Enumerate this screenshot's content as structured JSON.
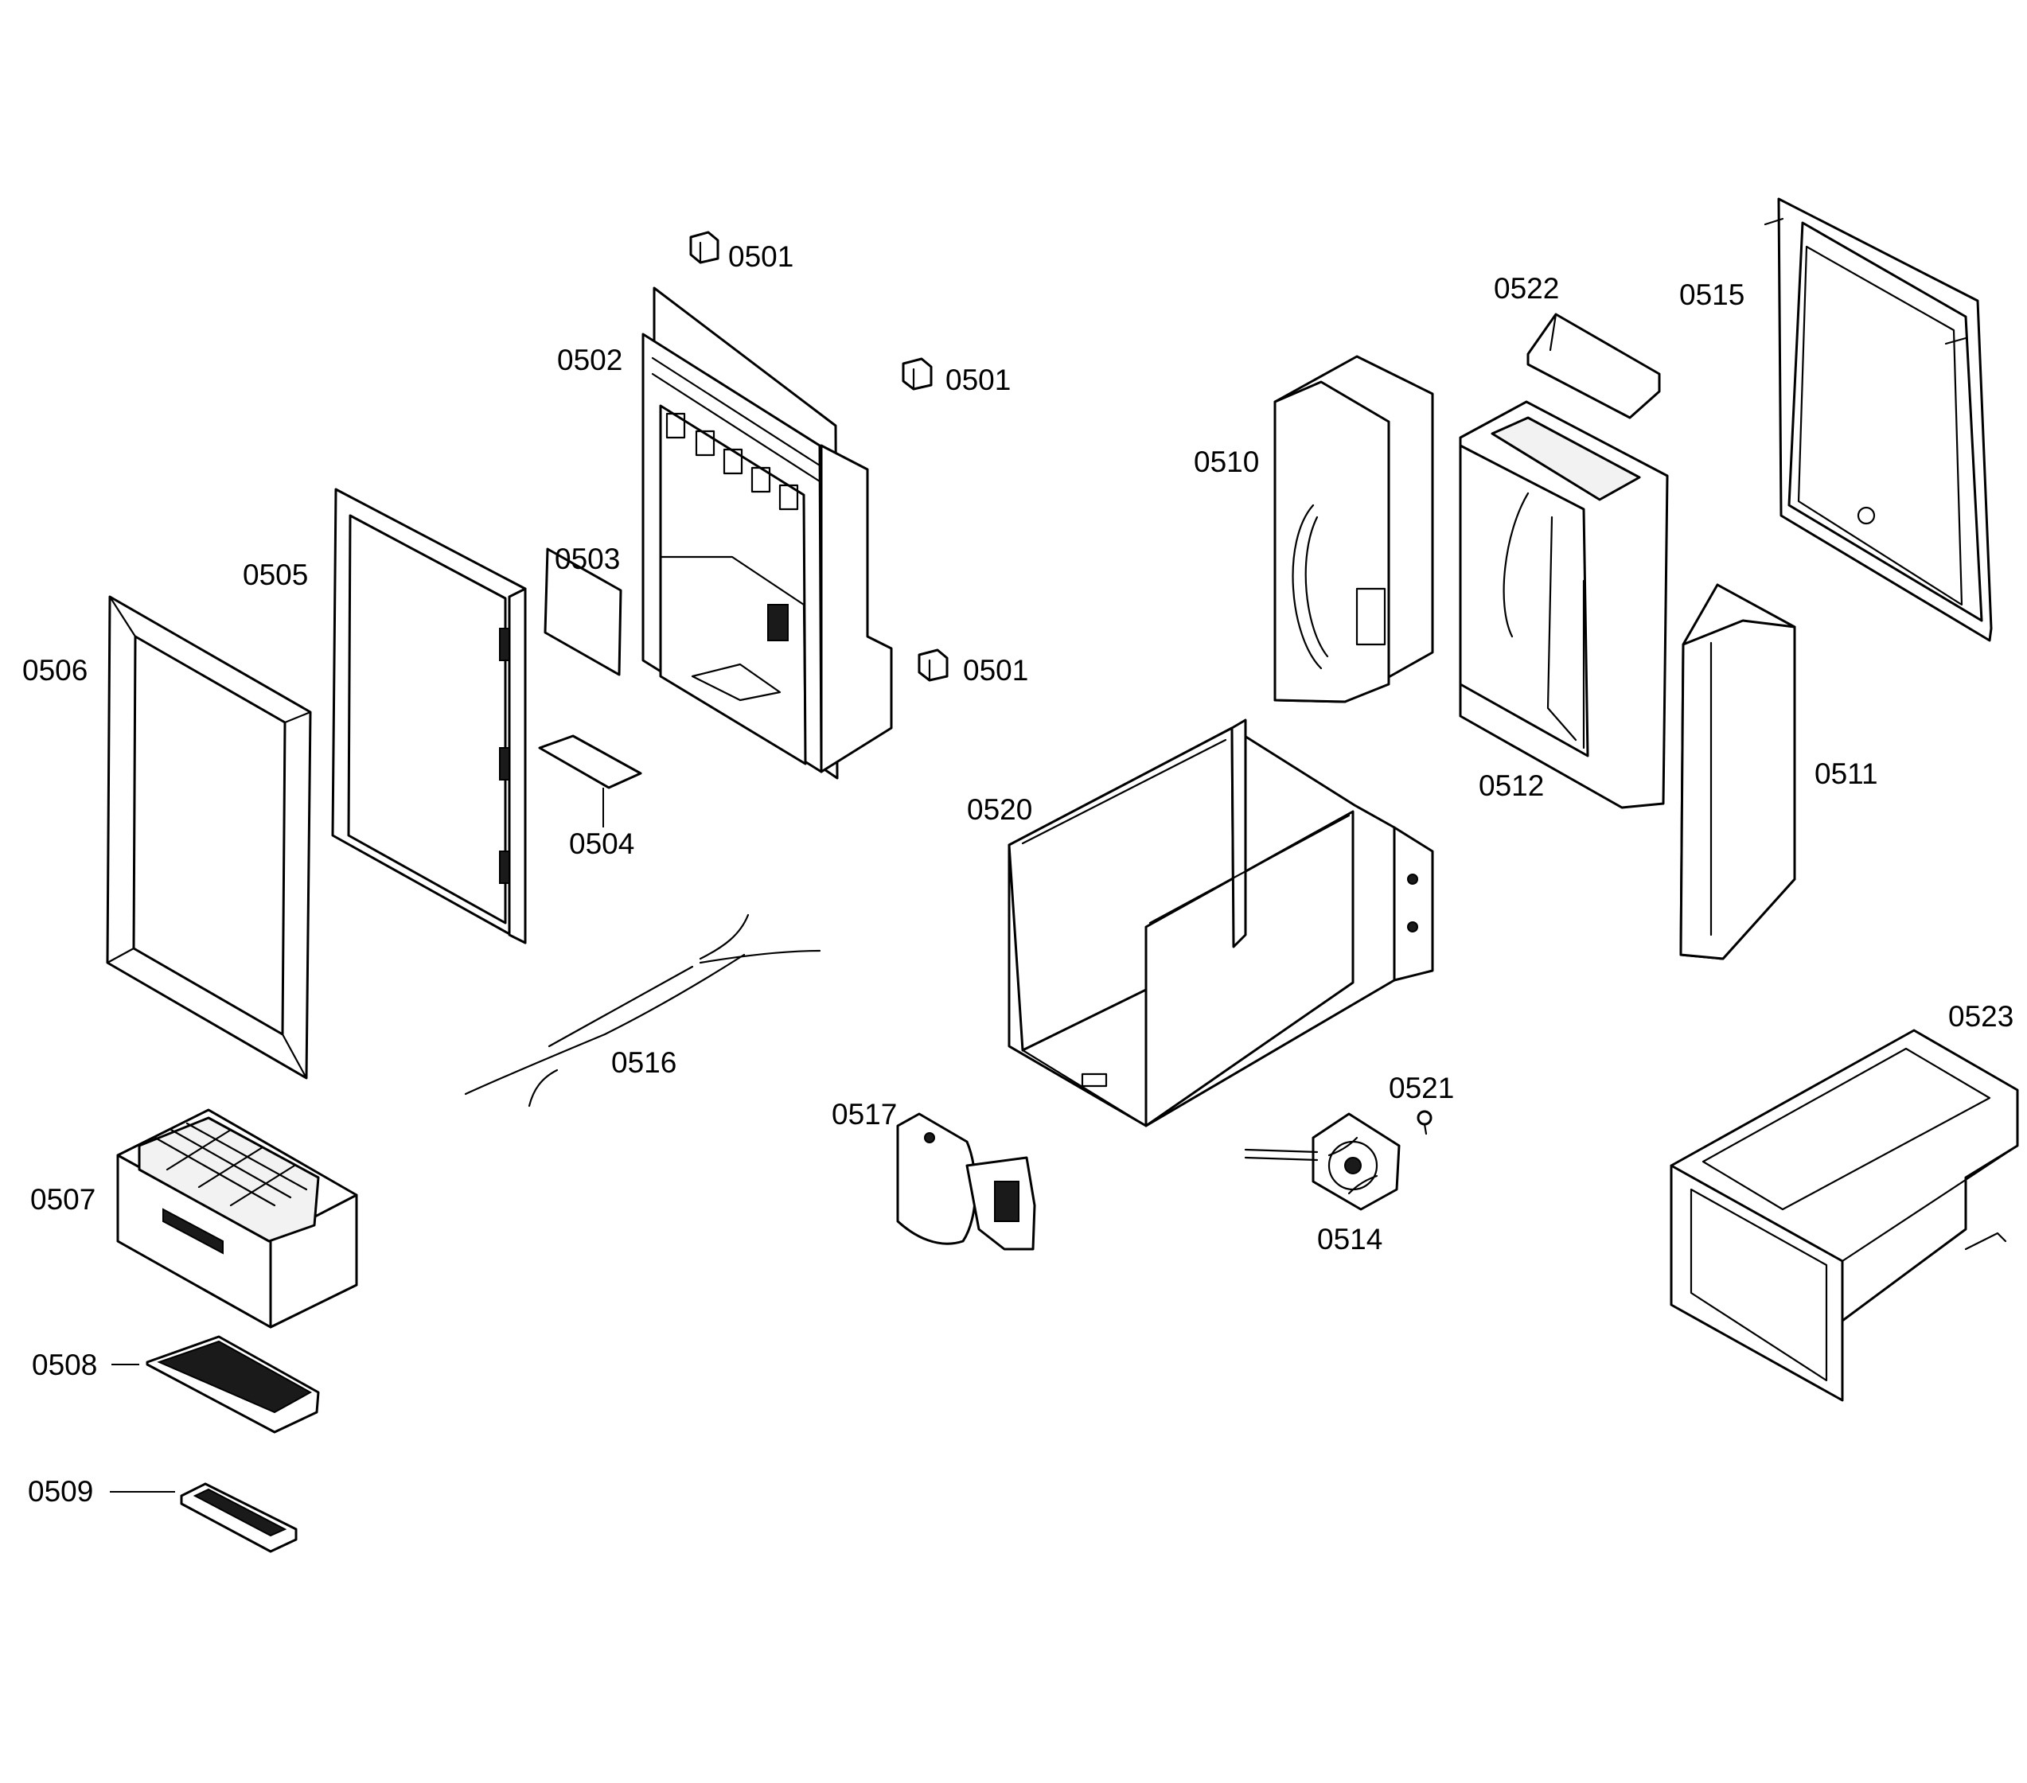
{
  "colors": {
    "line": "#000000",
    "background": "#ffffff"
  },
  "labels": [
    {
      "id": "0501a",
      "text": "0501"
    },
    {
      "id": "0501b",
      "text": "0501"
    },
    {
      "id": "0501c",
      "text": "0501"
    },
    {
      "id": "0502",
      "text": "0502"
    },
    {
      "id": "0503",
      "text": "0503"
    },
    {
      "id": "0504",
      "text": "0504"
    },
    {
      "id": "0505",
      "text": "0505"
    },
    {
      "id": "0506",
      "text": "0506"
    },
    {
      "id": "0507",
      "text": "0507"
    },
    {
      "id": "0508",
      "text": "0508"
    },
    {
      "id": "0509",
      "text": "0509"
    },
    {
      "id": "0510",
      "text": "0510"
    },
    {
      "id": "0511",
      "text": "0511"
    },
    {
      "id": "0512",
      "text": "0512"
    },
    {
      "id": "0514",
      "text": "0514"
    },
    {
      "id": "0515",
      "text": "0515"
    },
    {
      "id": "0516",
      "text": "0516"
    },
    {
      "id": "0517",
      "text": "0517"
    },
    {
      "id": "0520",
      "text": "0520"
    },
    {
      "id": "0521",
      "text": "0521"
    },
    {
      "id": "0522",
      "text": "0522"
    },
    {
      "id": "0523",
      "text": "0523"
    }
  ]
}
